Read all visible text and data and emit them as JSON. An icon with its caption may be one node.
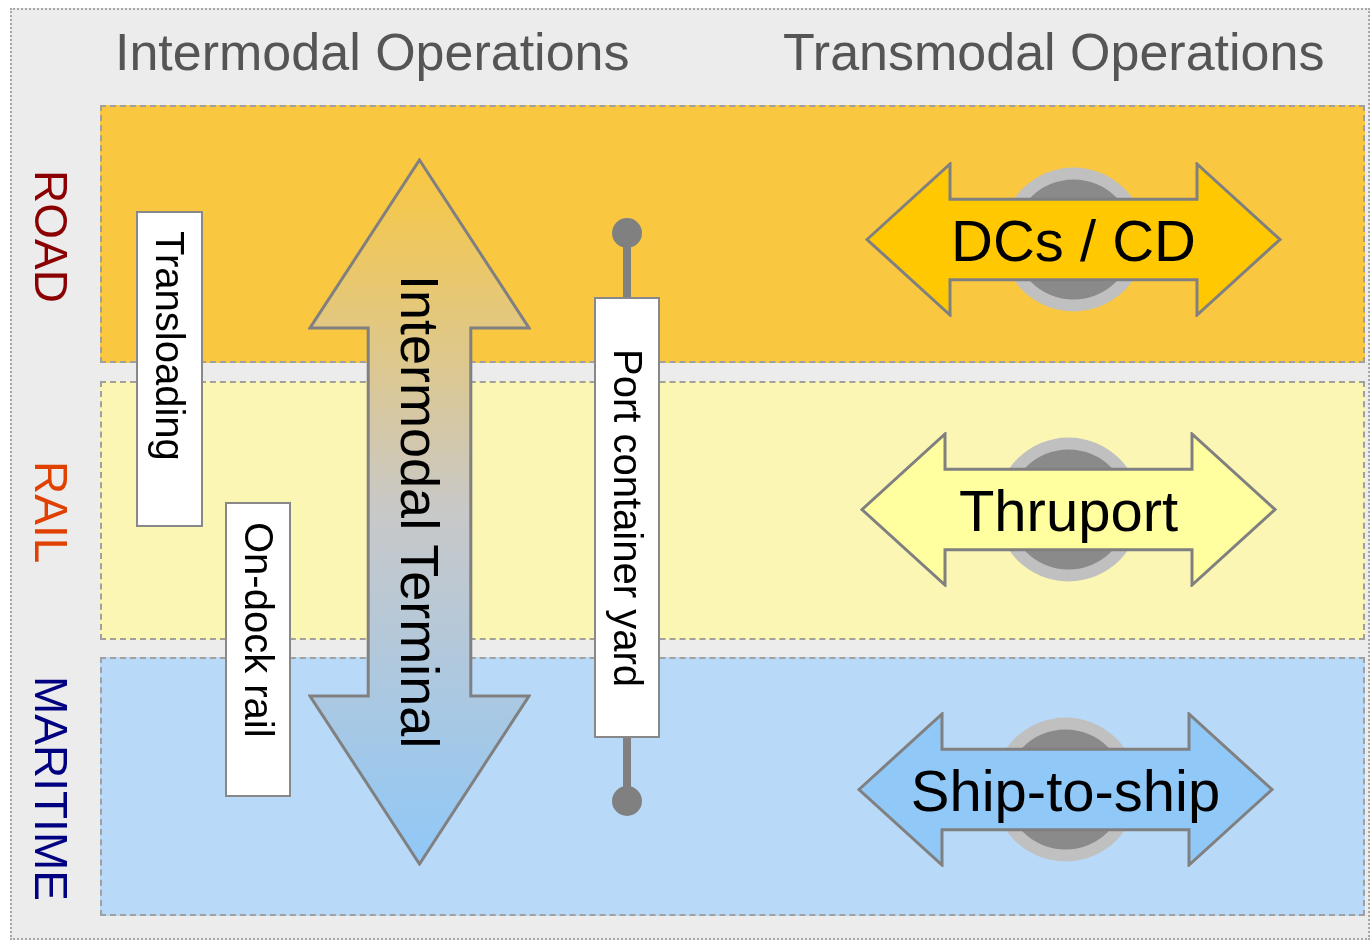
{
  "diagram": {
    "nodes": [
      {
        "text": [
          "ROAD"
        ]
      },
      {
        "text": [
          "RAIL"
        ]
      },
      {
        "text": [
          "MARITIME"
        ]
      },
      {
        "text": [
          "Transloading"
        ]
      },
      {
        "text": [
          "On-dock rail"
        ]
      },
      {
        "text": [
          "Intermodal Terminal"
        ]
      },
      {
        "text": [
          "Port container yard"
        ]
      },
      {
        "text": [
          "DCs / CD"
        ],
        "in": 0
      },
      {
        "text": [
          "Thruport"
        ],
        "in": 1
      },
      {
        "text": [
          "Ship-to-ship"
        ],
        "in": 2
      }
    ],
    "labels": [
      "Intermodal Operations",
      "Transmodal Operations"
    ]
  }
}
